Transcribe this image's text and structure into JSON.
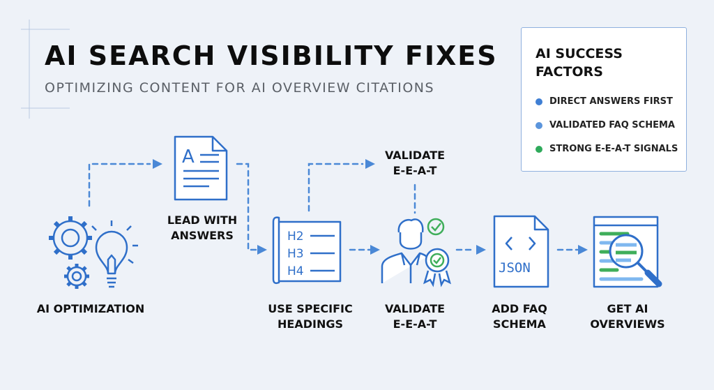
{
  "title": "AI SEARCH VISIBILITY FIXES",
  "subtitle": "OPTIMIZING CONTENT FOR AI OVERVIEW CITATIONS",
  "steps": {
    "ai_optimization": "AI OPTIMIZATION",
    "lead_with_answers": [
      "LEAD WITH",
      "ANSWERS"
    ],
    "validate_eeat_top": [
      "VALIDATE",
      "E-E-A-T"
    ],
    "use_specific_headings": [
      "USE SPECIFIC",
      "HEADINGS"
    ],
    "validate_eeat": [
      "VALIDATE",
      "E-E-A-T"
    ],
    "add_faq_schema": [
      "ADD FAQ",
      "SCHEMA"
    ],
    "get_ai_overviews": [
      "GET AI",
      "OVERVIEWS"
    ]
  },
  "icon_text": {
    "doc_letter": "A",
    "h2": "H2",
    "h3": "H3",
    "h4": "H4",
    "json": "JSON"
  },
  "panel": {
    "title_line1": "AI SUCCESS",
    "title_line2": "FACTORS",
    "factors": [
      {
        "label": "DIRECT ANSWERS FIRST",
        "color": "#3f7fd4"
      },
      {
        "label": "VALIDATED FAQ SCHEMA",
        "color": "#5b95dc"
      },
      {
        "label": "STRONG E-E-A-T SIGNALS",
        "color": "#2faa5b"
      }
    ]
  },
  "colors": {
    "accent_blue": "#2f6fc9",
    "arrow_blue": "#4a88d6",
    "green": "#3fae5a"
  }
}
